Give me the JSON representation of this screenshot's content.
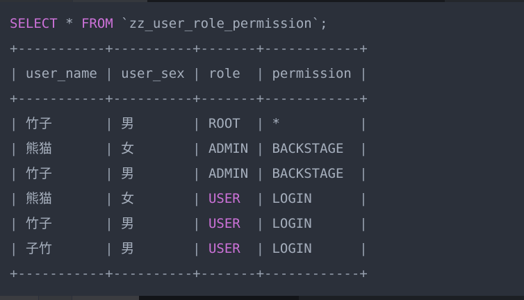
{
  "query": {
    "select_keyword": "SELECT",
    "star_segment": " * ",
    "from_keyword": "FROM",
    "table_segment": " `zz_user_role_permission`;"
  },
  "table": {
    "pipe": "|",
    "separator": "+-----------+----------+-------+------------+",
    "headers": [
      "user_name",
      "user_sex",
      "role",
      "permission"
    ],
    "rows": [
      {
        "user_name": "竹子",
        "user_sex": "男",
        "role": "ROOT",
        "permission": "*"
      },
      {
        "user_name": "熊猫",
        "user_sex": "女",
        "role": "ADMIN",
        "permission": "BACKSTAGE"
      },
      {
        "user_name": "竹子",
        "user_sex": "男",
        "role": "ADMIN",
        "permission": "BACKSTAGE"
      },
      {
        "user_name": "熊猫",
        "user_sex": "女",
        "role": "USER",
        "permission": "LOGIN"
      },
      {
        "user_name": "竹子",
        "user_sex": "男",
        "role": "USER",
        "permission": "LOGIN"
      },
      {
        "user_name": "子竹",
        "user_sex": "男",
        "role": "USER",
        "permission": "LOGIN"
      }
    ]
  },
  "colors": {
    "background": "#2b303a",
    "foreground": "#a6afbd",
    "keyword": "#cd72d9",
    "border_glyphs": "#97a0ae"
  }
}
